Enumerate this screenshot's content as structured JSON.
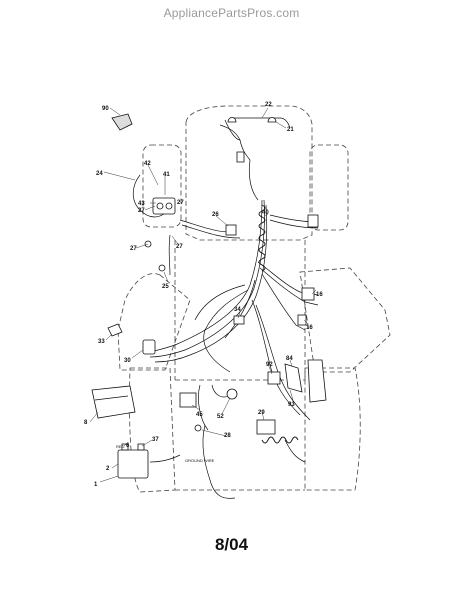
{
  "watermark": "AppliancePartsPros.com",
  "date_stamp": "8/04",
  "callouts": {
    "c90": "90",
    "c22": "22",
    "c21": "21",
    "c24": "24",
    "c42": "42",
    "c41": "41",
    "c27a": "27",
    "c43": "43",
    "c27b": "27",
    "c27c": "27",
    "c27d": "27",
    "c26": "26",
    "c40": "40",
    "c25": "25",
    "c16a": "16",
    "c34": "34",
    "c16b": "16",
    "c33": "33",
    "c30": "30",
    "c92": "92",
    "c84": "84",
    "c93": "93",
    "c8": "8",
    "c52": "52",
    "c45": "45",
    "c29": "29",
    "c28": "28",
    "c37": "37",
    "c2": "2",
    "c1": "1",
    "c6": "6"
  },
  "micro_labels": {
    "battery_tag": "RED",
    "ground_tag": "GROUND WIRE"
  }
}
